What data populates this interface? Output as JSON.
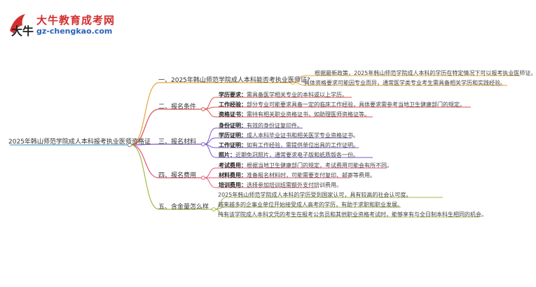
{
  "logo": {
    "title": "大牛教育成考网",
    "url": "gz-chengkao.com",
    "mark_text": "大牛"
  },
  "root": "2025年韩山师范学院成人本科报考执业医师资格证",
  "branches": [
    {
      "label": "一、2025年韩山师范学院成人本科能否考执业医师证?",
      "leaves": [
        {
          "key": "",
          "text": "根据最新政策，2025年韩山师范学院成人本科的学历在特定情况下可以报考执业医师证。"
        },
        {
          "key": "",
          "text": "具体资格要求可能因专业而异，通常医学类专业考生需具备相关学历和实践经验。"
        }
      ]
    },
    {
      "label": "二、报名条件",
      "leaves": [
        {
          "key": "学历要求：",
          "text": "需具备医学相关专业的本科或以上学历。"
        },
        {
          "key": "工作经验：",
          "text": "部分专业可能要求具备一定的临床工作经验，具体要求需参考当地卫生健康部门的规定。"
        },
        {
          "key": "资格证书：",
          "text": "需持有相关职业资格证书，如助理医师资格证等。"
        }
      ]
    },
    {
      "label": "三、报名材料",
      "leaves": [
        {
          "key": "身份证明：",
          "text": "有效的身份证复印件。"
        },
        {
          "key": "学历证明：",
          "text": "成人本科毕业证书和相关医学专业资格证书。"
        },
        {
          "key": "工作证明：",
          "text": "如有工作经验，需提供单位出具的工作证明。"
        },
        {
          "key": "照片：",
          "text": "近期免冠照片，通常要求电子版和纸质版各一份。"
        }
      ]
    },
    {
      "label": "四、报名费用",
      "leaves": [
        {
          "key": "考试费用：",
          "text": "根据当地卫生健康部门的规定，考试费用可能会有所不同。"
        },
        {
          "key": "材料费用：",
          "text": "准备报名材料时，可能需要支付复印、邮寄等费用。"
        },
        {
          "key": "培训费用：",
          "text": "选择参加培训班需额外支付培训费用。"
        }
      ]
    },
    {
      "label": "五、含金量怎么样",
      "leaves": [
        {
          "key": "",
          "text": "2025年韩山师范学院成人本科的学历受到国家认可，具有较高的社会认可度。"
        },
        {
          "key": "",
          "text": "越来越多的企事业单位开始接受成人高考的学历，有助于求职和职业发展。"
        },
        {
          "key": "",
          "text": "持有该学院成人本科文凭的考生在报考公务员和其他职业资格考试时，能够享有与全日制本科生相同的机会。"
        }
      ]
    }
  ],
  "colors": {
    "branch_lines": [
      "#e8a33a",
      "#d9534f",
      "#7e57c2",
      "#e25575",
      "#a3b84a"
    ],
    "root_line": "#5aa0c8"
  }
}
